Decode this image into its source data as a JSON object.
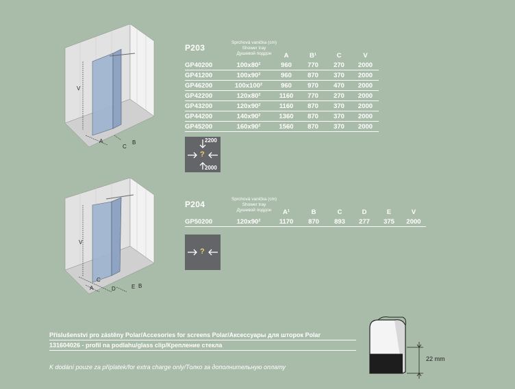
{
  "p203": {
    "code": "P203",
    "tray_header": [
      "Sprchová vanička (cm)",
      "Shower tray",
      "Душевой поддон"
    ],
    "columns": [
      "A",
      "B¹",
      "C",
      "V"
    ],
    "rows": [
      {
        "code": "GP40200",
        "tray": "100x80²",
        "a": "960",
        "b": "770",
        "c": "270",
        "v": "2000"
      },
      {
        "code": "GP41200",
        "tray": "100x90²",
        "a": "960",
        "b": "870",
        "c": "370",
        "v": "2000"
      },
      {
        "code": "GP46200",
        "tray": "100x100²",
        "a": "960",
        "b": "970",
        "c": "470",
        "v": "2000"
      },
      {
        "code": "GP42200",
        "tray": "120x80²",
        "a": "1160",
        "b": "770",
        "c": "270",
        "v": "2000"
      },
      {
        "code": "GP43200",
        "tray": "120x90²",
        "a": "1160",
        "b": "870",
        "c": "370",
        "v": "2000"
      },
      {
        "code": "GP44200",
        "tray": "140x90²",
        "a": "1360",
        "b": "870",
        "c": "370",
        "v": "2000"
      },
      {
        "code": "GP45200",
        "tray": "160x90²",
        "a": "1560",
        "b": "870",
        "c": "370",
        "v": "2000"
      }
    ],
    "diagram_labels": {
      "v": "V",
      "a": "A",
      "c": "C",
      "b": "B"
    },
    "height_top": "2200",
    "height_bottom": "2000",
    "question": "?"
  },
  "p204": {
    "code": "P204",
    "tray_header": [
      "Sprchová vanička (cm)",
      "Shower tray",
      "Душевой поддон"
    ],
    "columns": [
      "A¹",
      "B",
      "C",
      "D",
      "E",
      "V"
    ],
    "rows": [
      {
        "code": "GP50200",
        "tray": "120x90²",
        "a": "1170",
        "b": "870",
        "c": "893",
        "d": "277",
        "e": "375",
        "v": "2000"
      }
    ],
    "diagram_labels": {
      "v": "V",
      "a": "A",
      "c": "C",
      "d": "D",
      "e": "E",
      "b": "B"
    },
    "question": "?"
  },
  "accessories": {
    "title": "Příslušenství pro zástěny Polar/Accesories for screens Polar/Аксессуары для шторок Polar",
    "item": "131604026 - profil na podlahu/glass clip/Крепление стекла",
    "note": "K dodání pouze za příplatek/for extra charge only/Толко за дополнительную оплату",
    "dimension": "22 mm"
  },
  "colors": {
    "background": "#a9bca9",
    "box": "#646569",
    "glass": "#9fb4d0"
  }
}
